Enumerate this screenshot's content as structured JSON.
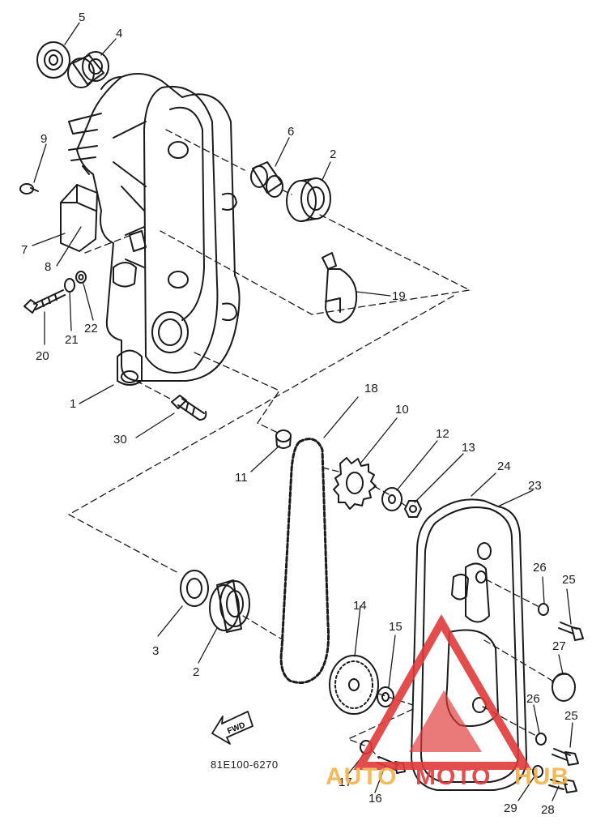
{
  "diagram": {
    "callouts": [
      {
        "id": "c5",
        "label": "5"
      },
      {
        "id": "c4",
        "label": "4"
      },
      {
        "id": "c9",
        "label": "9"
      },
      {
        "id": "c7",
        "label": "7"
      },
      {
        "id": "c8",
        "label": "8"
      },
      {
        "id": "c6",
        "label": "6"
      },
      {
        "id": "c2a",
        "label": "2"
      },
      {
        "id": "c19",
        "label": "19"
      },
      {
        "id": "c20",
        "label": "20"
      },
      {
        "id": "c21",
        "label": "21"
      },
      {
        "id": "c22",
        "label": "22"
      },
      {
        "id": "c1",
        "label": "1"
      },
      {
        "id": "c30",
        "label": "30"
      },
      {
        "id": "c18",
        "label": "18"
      },
      {
        "id": "c10",
        "label": "10"
      },
      {
        "id": "c11",
        "label": "11"
      },
      {
        "id": "c12",
        "label": "12"
      },
      {
        "id": "c13",
        "label": "13"
      },
      {
        "id": "c24",
        "label": "24"
      },
      {
        "id": "c23",
        "label": "23"
      },
      {
        "id": "c26a",
        "label": "26"
      },
      {
        "id": "c25a",
        "label": "25"
      },
      {
        "id": "c14",
        "label": "14"
      },
      {
        "id": "c15",
        "label": "15"
      },
      {
        "id": "c27",
        "label": "27"
      },
      {
        "id": "c3",
        "label": "3"
      },
      {
        "id": "c2b",
        "label": "2"
      },
      {
        "id": "c26b",
        "label": "26"
      },
      {
        "id": "c25b",
        "label": "25"
      },
      {
        "id": "c17",
        "label": "17"
      },
      {
        "id": "c16",
        "label": "16"
      },
      {
        "id": "c29",
        "label": "29"
      },
      {
        "id": "c28",
        "label": "28"
      }
    ],
    "fwd_label": "FWD",
    "part_code": "81E100-6270",
    "colors": {
      "ink": "#1a1a1a",
      "watermark_red": "#e03a3a",
      "watermark_orange": "#f2b24a"
    }
  },
  "watermark": {
    "text_part1": "AUTO",
    "text_part2": "MOTO",
    "text_part3": "HUB"
  }
}
